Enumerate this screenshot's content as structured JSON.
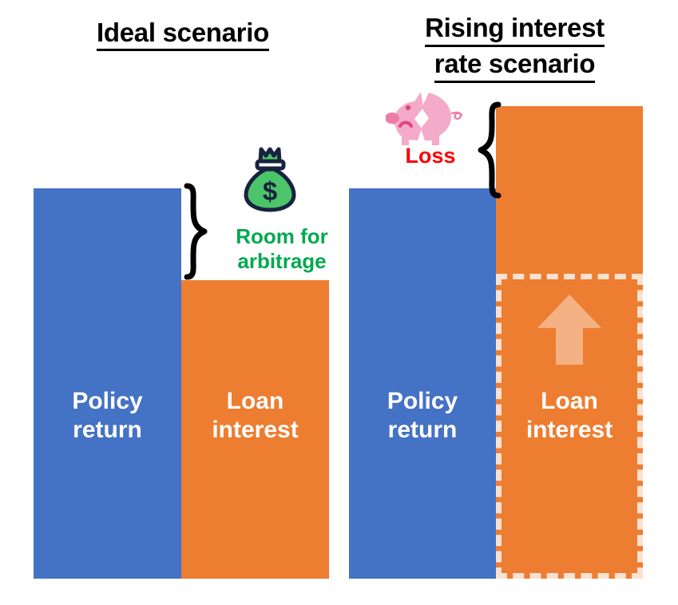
{
  "panels": [
    {
      "id": "ideal",
      "title": {
        "lines": [
          "Ideal scenario"
        ]
      },
      "bars": [
        {
          "name": "policy-return",
          "label_line1": "Policy",
          "label_line2": "return",
          "color": "#4472C4",
          "value": 100
        },
        {
          "name": "loan-interest",
          "label_line1": "Loan",
          "label_line2": "interest",
          "color": "#ED7D31",
          "value": 76
        }
      ],
      "annotation": {
        "brace": "right-facing-brace",
        "icon": "money-bag-icon",
        "text_line1": "Room for",
        "text_line2": "arbitrage",
        "color": "#00A94F"
      }
    },
    {
      "id": "rising-rate",
      "title": {
        "lines": [
          "Rising interest",
          "rate scenario"
        ]
      },
      "bars": [
        {
          "name": "policy-return",
          "label_line1": "Policy",
          "label_line2": "return",
          "color": "#4472C4",
          "value": 100
        },
        {
          "name": "loan-interest",
          "label_line1": "Loan",
          "label_line2": "interest",
          "color": "#ED7D31",
          "value": 121
        }
      ],
      "annotation": {
        "brace": "left-facing-brace",
        "icon": "broken-piggy-bank-icon",
        "text_line1": "Loss",
        "color": "#FF0000"
      },
      "highlight": {
        "name": "loan-interest-increase-highlight",
        "border_color": "#FBE1D0",
        "arrow": "up-arrow-icon",
        "arrow_color": "#F4B183"
      }
    }
  ],
  "chart_data": {
    "type": "bar",
    "title": "",
    "panels": [
      {
        "title": "Ideal scenario",
        "categories": [
          "Policy return",
          "Loan interest"
        ],
        "values": [
          100,
          76
        ],
        "colors": [
          "#4472C4",
          "#ED7D31"
        ],
        "annotation": "Room for arbitrage"
      },
      {
        "title": "Rising interest rate scenario",
        "categories": [
          "Policy return",
          "Loan interest"
        ],
        "values": [
          100,
          121
        ],
        "colors": [
          "#4472C4",
          "#ED7D31"
        ],
        "annotation": "Loss"
      }
    ],
    "xlabel": "",
    "ylabel": "",
    "ylim": [
      0,
      130
    ],
    "grid": false,
    "legend": "none"
  }
}
